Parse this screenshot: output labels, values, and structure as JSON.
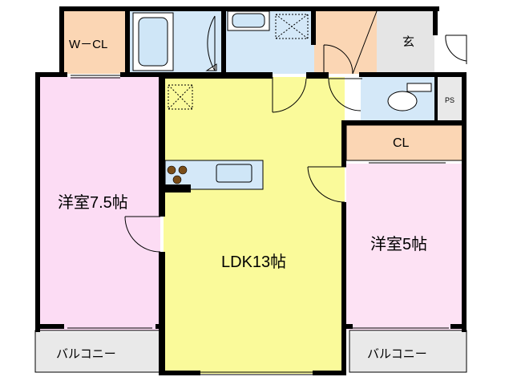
{
  "rooms": {
    "walk_in_closet": "W－CL",
    "entrance": "玄",
    "pipe_space": "PS",
    "closet": "CL",
    "western_room_left": "洋室7.5帖",
    "ldk": "LDK13帖",
    "western_room_right": "洋室5帖",
    "balcony_left": "バルコニー",
    "balcony_right": "バルコニー"
  },
  "colors": {
    "wic": "#fbd6b4",
    "entrance": "#fbd6b4",
    "entrance_floor": "#e5e5e5",
    "bath": "#d4e8f8",
    "ldk": "#fafa9a",
    "western_left": "#fcdcf4",
    "western_right": "#fde2f4",
    "closet": "#fbd6b4",
    "balcony": "#e9e9e9",
    "ps": "#e9e9e9"
  }
}
